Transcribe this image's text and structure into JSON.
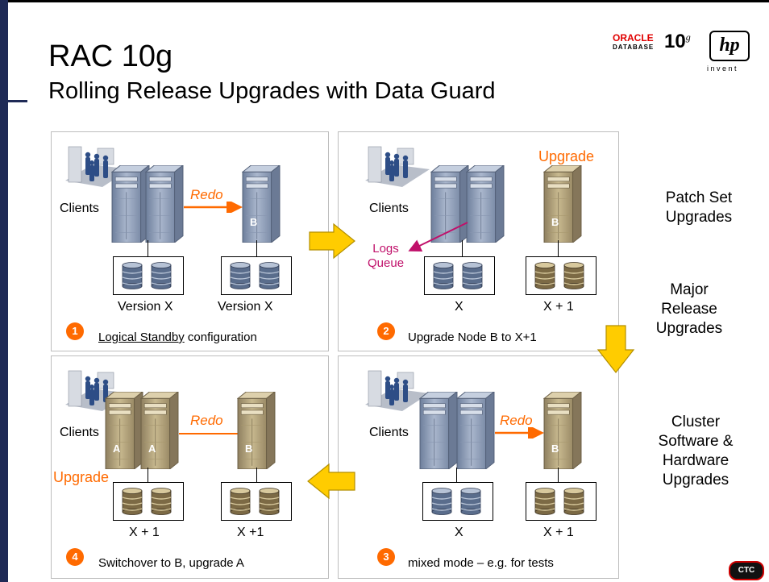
{
  "slide": {
    "title": "RAC 10g",
    "subtitle": "Rolling Release Upgrades with Data Guard"
  },
  "logos": {
    "oracle_word": "ORACLE",
    "oracle_sub": "DATABASE",
    "oracle_version": "10",
    "oracle_version_sup": "g",
    "hp_text": "hp",
    "hp_tagline": "i n v e n t",
    "ctc_text": "CTC"
  },
  "panels": {
    "p1": {
      "clients": "Clients",
      "redo": "Redo",
      "node_b": "B",
      "left_version": "Version X",
      "right_version": "Version X",
      "step": "1",
      "caption_link": "Logical Standby",
      "caption_rest": " configuration"
    },
    "p2": {
      "clients": "Clients",
      "upgrade": "Upgrade",
      "node_b": "B",
      "logs_line1": "Logs",
      "logs_line2": "Queue",
      "left_version": "X",
      "right_version": "X + 1",
      "step": "2",
      "caption": "Upgrade Node B to X+1"
    },
    "p3": {
      "clients": "Clients",
      "redo": "Redo",
      "node_b": "B",
      "left_version": "X",
      "right_version": "X + 1",
      "step": "3",
      "caption": "mixed mode – e.g. for tests"
    },
    "p4": {
      "clients": "Clients",
      "redo": "Redo",
      "node_a1": "A",
      "node_a2": "A",
      "node_b": "B",
      "upgrade": "Upgrade",
      "left_version": "X + 1",
      "right_version": "X +1",
      "step": "4",
      "caption": "Switchover to B, upgrade A"
    }
  },
  "side_labels": {
    "patch": [
      "Patch Set",
      "Upgrades"
    ],
    "major": [
      "Major",
      "Release",
      "Upgrades"
    ],
    "cluster": [
      "Cluster",
      "Software &",
      "Hardware",
      "Upgrades"
    ]
  },
  "colors": {
    "accent": "#ff6a00",
    "magenta": "#c0106a",
    "flow_arrow": "#ffcc00",
    "server_blue": "#8ea0bc",
    "server_tan": "#b8a77e",
    "sidebar": "#1f2a56"
  }
}
